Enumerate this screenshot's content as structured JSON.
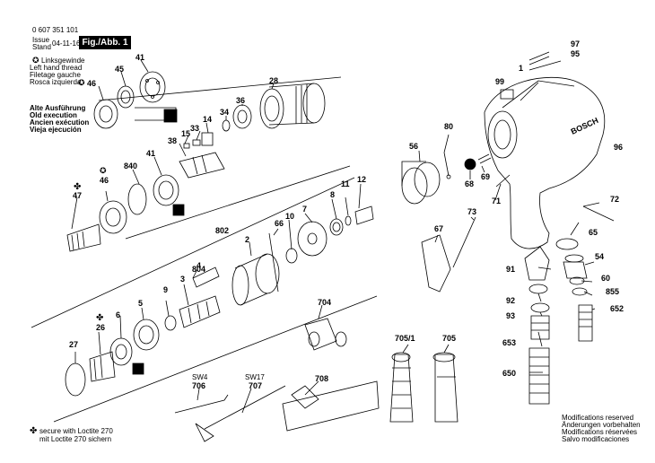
{
  "header": {
    "part_number": "0 607 351 101",
    "issue_label": "Issue",
    "stand_label": "Stand",
    "date": "04-11-16",
    "figure": "Fig./Abb. 1"
  },
  "legend_thread": {
    "symbol": "✪",
    "lines": [
      "Linksgewinde",
      "Left hand thread",
      "Filetage gauche",
      "Rosca izquierda"
    ]
  },
  "legend_old": {
    "lines": [
      "Alte Ausführung",
      "Old execution",
      "Ancien exécution",
      "Vieja ejecución"
    ]
  },
  "footer_loctite": {
    "symbol": "✤",
    "lines": [
      "secure with Loctite 270",
      "mit Loctite 270 sichern"
    ]
  },
  "footer_mods": {
    "lines": [
      "Modifications reserved",
      "Änderungen vorbehalten",
      "Modifications réservées",
      "Salvo modificaciones"
    ]
  },
  "brand": "BOSCH",
  "labels": {
    "p97": "97",
    "p95": "95",
    "p1": "1",
    "p99": "99",
    "p96": "96",
    "p41a": "41",
    "p45": "45",
    "p46a": "46",
    "p28": "28",
    "p36": "36",
    "p34": "34",
    "p14": "14",
    "p33": "33",
    "p15": "15",
    "p38": "38",
    "p840": "840",
    "p41b": "41",
    "p46b": "46",
    "p47": "47",
    "p8": "8",
    "p11": "11",
    "p12": "12",
    "p7": "7",
    "p10": "10",
    "p66": "66",
    "p802": "802",
    "p2": "2",
    "p804": "804",
    "p3": "3",
    "p9": "9",
    "p5": "5",
    "p6": "6",
    "p26": "26",
    "p27": "27",
    "p4": "4",
    "p56": "56",
    "p80": "80",
    "p68": "68",
    "p69": "69",
    "p71": "71",
    "p72": "72",
    "p73": "73",
    "p67": "67",
    "p65": "65",
    "p54": "54",
    "p91": "91",
    "p60": "60",
    "p855": "855",
    "p92": "92",
    "p652": "652",
    "p93": "93",
    "p653": "653",
    "p650": "650",
    "p704": "704",
    "p705_1": "705/1",
    "p705": "705",
    "p708": "708",
    "sw4": "SW4",
    "p706": "706",
    "sw17": "SW17",
    "p707": "707"
  }
}
